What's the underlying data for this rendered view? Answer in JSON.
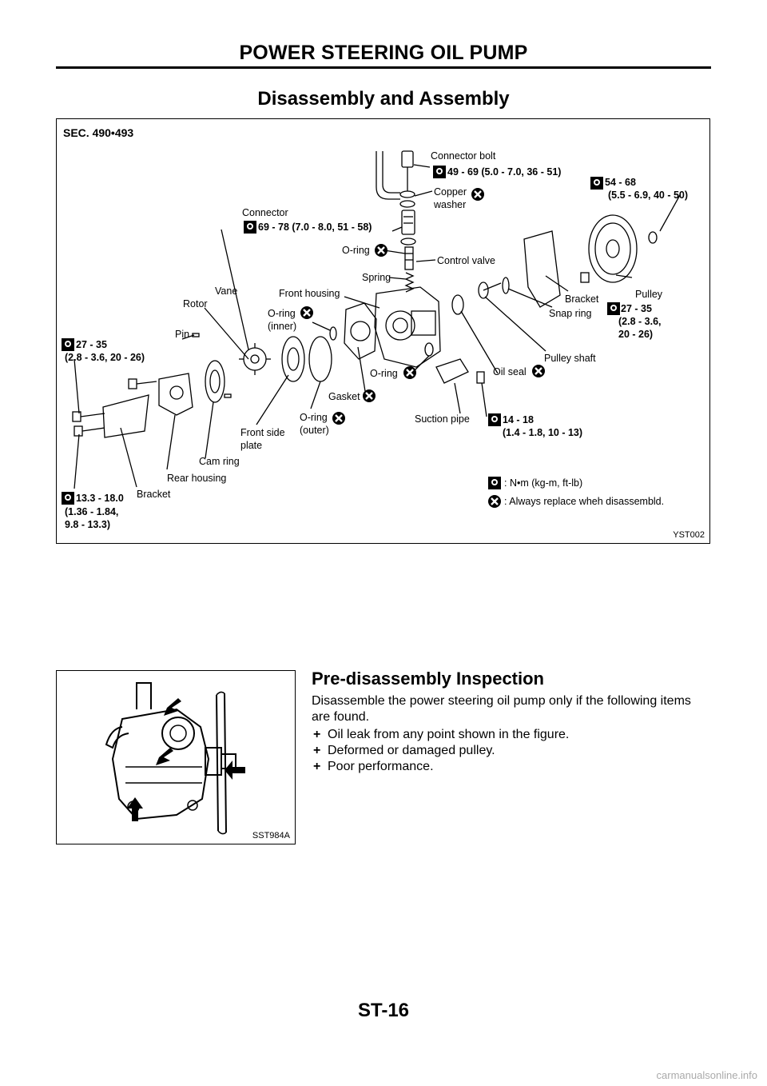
{
  "header": {
    "title": "POWER STEERING OIL PUMP"
  },
  "section": {
    "title": "Disassembly and Assembly"
  },
  "figure1": {
    "sec": "SEC. 490•493",
    "figure_id": "YST002",
    "labels": {
      "connector_bolt": "Connector bolt",
      "torque_connector_bolt": "49 - 69 (5.0 - 7.0, 36 - 51)",
      "copper_washer_1": "Copper",
      "copper_washer_2": "washer",
      "torque_nut": "54 - 68",
      "torque_nut_2": "(5.5 - 6.9, 40 - 50)",
      "connector": "Connector",
      "torque_connector": "69 - 78 (7.0 - 8.0, 51 - 58)",
      "o_ring": "O-ring",
      "control_valve": "Control valve",
      "spring": "Spring",
      "front_housing": "Front housing",
      "vane": "Vane",
      "rotor": "Rotor",
      "o_ring_inner_1": "O-ring",
      "o_ring_inner_2": "(inner)",
      "pin": "Pin",
      "torque_bolt_left_1": "27 - 35",
      "torque_bolt_left_2": "(2.8 - 3.6, 20 - 26)",
      "pulley": "Pulley",
      "bracket_right": "Bracket",
      "snap_ring": "Snap ring",
      "pulley_shaft": "Pulley shaft",
      "torque_bracket_1": "27 - 35",
      "torque_bracket_2": "(2.8 - 3.6,",
      "torque_bracket_3": "20 - 26)",
      "o_ring_2": "O-ring",
      "oil_seal": "Oil seal",
      "gasket": "Gasket",
      "suction_pipe": "Suction pipe",
      "torque_suction_1": "14 - 18",
      "torque_suction_2": "(1.4 - 1.8, 10 - 13)",
      "front_side_plate_1": "Front side",
      "front_side_plate_2": "plate",
      "o_ring_outer_1": "O-ring",
      "o_ring_outer_2": "(outer)",
      "cam_ring": "Cam ring",
      "rear_housing": "Rear housing",
      "bracket_left": "Bracket",
      "torque_bottom_1": "13.3 - 18.0",
      "torque_bottom_2": "(1.36 - 1.84,",
      "torque_bottom_3": "9.8 - 13.3)",
      "legend_torque": ": N•m (kg-m, ft-lb)",
      "legend_replace": ": Always replace wheh disassembld."
    }
  },
  "subsection": {
    "title": "Pre-disassembly Inspection",
    "intro": "Disassemble the power steering oil pump only if the following items are found.",
    "bullet_symbol": "+",
    "bullets": [
      "Oil leak from any point shown in the figure.",
      "Deformed or damaged pulley.",
      "Poor performance."
    ]
  },
  "figure2": {
    "figure_id": "SST984A"
  },
  "footer": {
    "page_number": "ST-16",
    "watermark": "carmanualsonline.info"
  }
}
